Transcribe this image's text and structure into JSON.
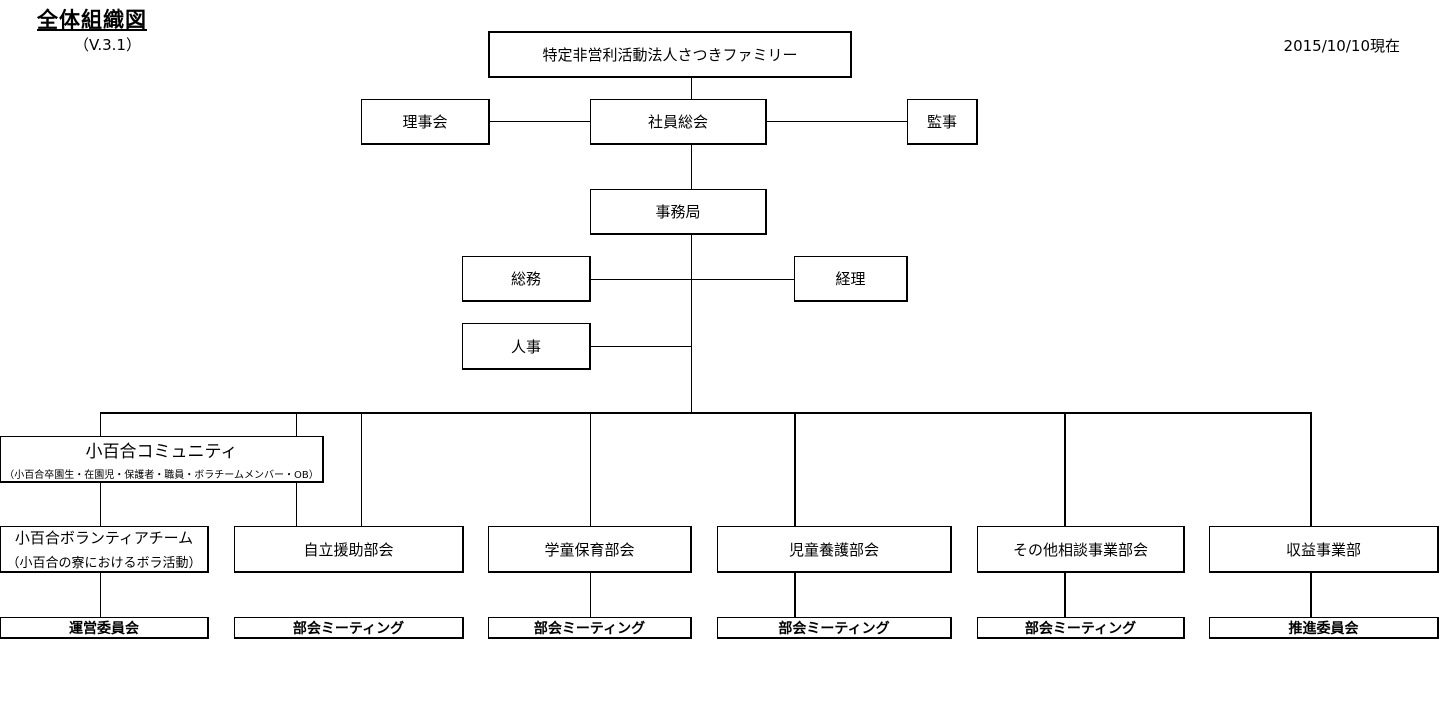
{
  "header": {
    "title": "全体組織図",
    "version": "（V.3.1）",
    "date": "2015/10/10現在"
  },
  "nodes": {
    "org": "特定非営利活動法人さつきファミリー",
    "board": "理事会",
    "general_meeting": "社員総会",
    "auditor": "監事",
    "secretariat": "事務局",
    "general_affairs": "総務",
    "accounting": "経理",
    "hr": "人事",
    "community": {
      "label": "小百合コミュニティ",
      "note": "（小百合卒園生・在園児・保護者・職員・ボラチームメンバー・OB）"
    },
    "volunteer_team": {
      "label": "小百合ボランティアチーム",
      "note": "（小百合の寮におけるボラ活動）"
    },
    "departments": [
      "自立援助部会",
      "学童保育部会",
      "児童養護部会",
      "その他相談事業部会",
      "収益事業部"
    ],
    "sub_units": [
      "運営委員会",
      "部会ミーティング",
      "部会ミーティング",
      "部会ミーティング",
      "部会ミーティング",
      "推進委員会"
    ]
  }
}
